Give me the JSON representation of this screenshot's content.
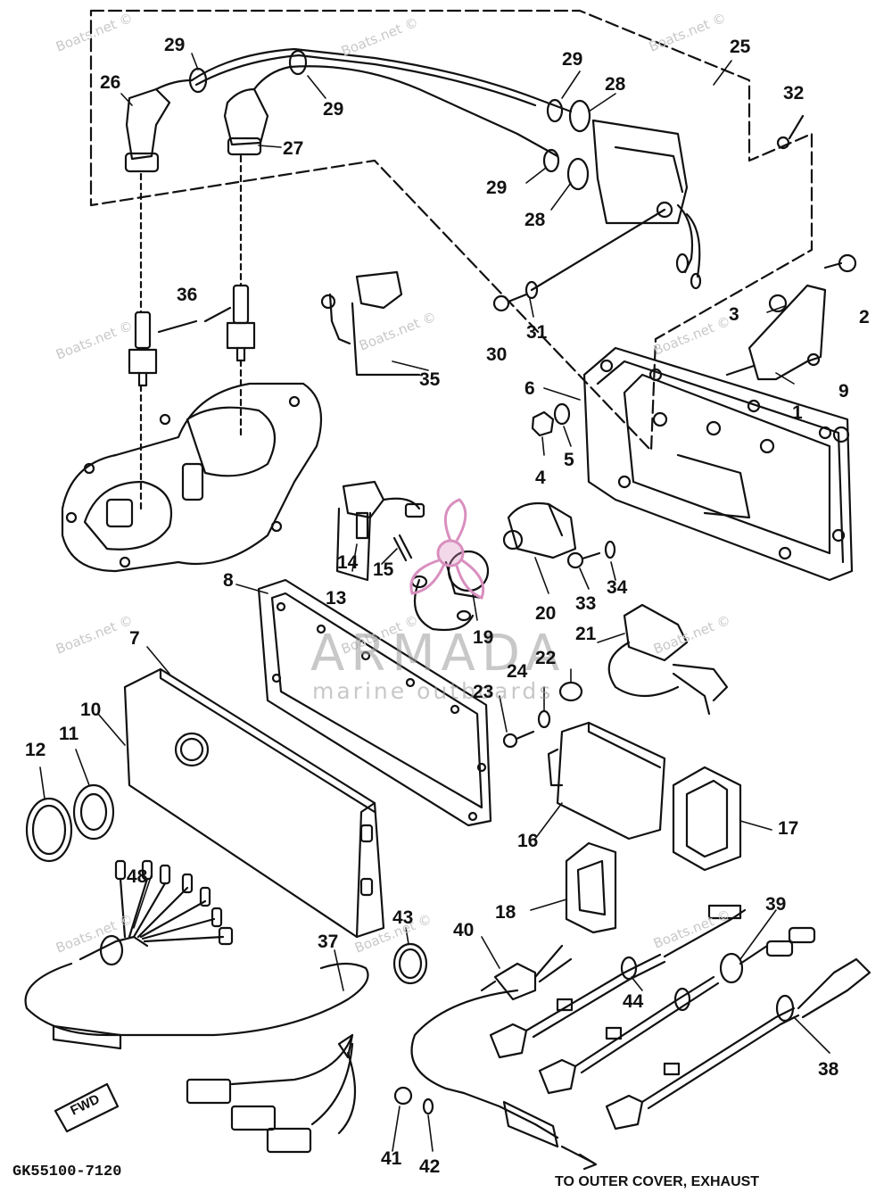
{
  "part_labels": {
    "p1": "1",
    "p2": "2",
    "p3": "3",
    "p4": "4",
    "p5": "5",
    "p6": "6",
    "p7": "7",
    "p8": "8",
    "p9": "9",
    "p10": "10",
    "p11": "11",
    "p12": "12",
    "p13": "13",
    "p14": "14",
    "p15": "15",
    "p16": "16",
    "p17": "17",
    "p18": "18",
    "p19": "19",
    "p20": "20",
    "p21": "21",
    "p22": "22",
    "p23": "23",
    "p24": "24",
    "p25": "25",
    "p26": "26",
    "p27": "27",
    "p28a": "28",
    "p28b": "28",
    "p29a": "29",
    "p29b": "29",
    "p29c": "29",
    "p29d": "29",
    "p30": "30",
    "p31": "31",
    "p32": "32",
    "p33": "33",
    "p34": "34",
    "p35": "35",
    "p36": "36",
    "p37": "37",
    "p38": "38",
    "p39": "39",
    "p40": "40",
    "p41": "41",
    "p42": "42",
    "p43": "43",
    "p44": "44",
    "p48": "48"
  },
  "diagram_code": "GK55100-7120",
  "exhaust_note": "TO OUTER COVER, EXHAUST",
  "watermark": "Boats.net ©",
  "brand": {
    "name": "ARMADA",
    "tagline": "marine outboards"
  },
  "fwd_mark": "FWD",
  "colors": {
    "line": "#111111",
    "brand_pink": "#d98fbf",
    "watermark": "#c8c8c8"
  }
}
